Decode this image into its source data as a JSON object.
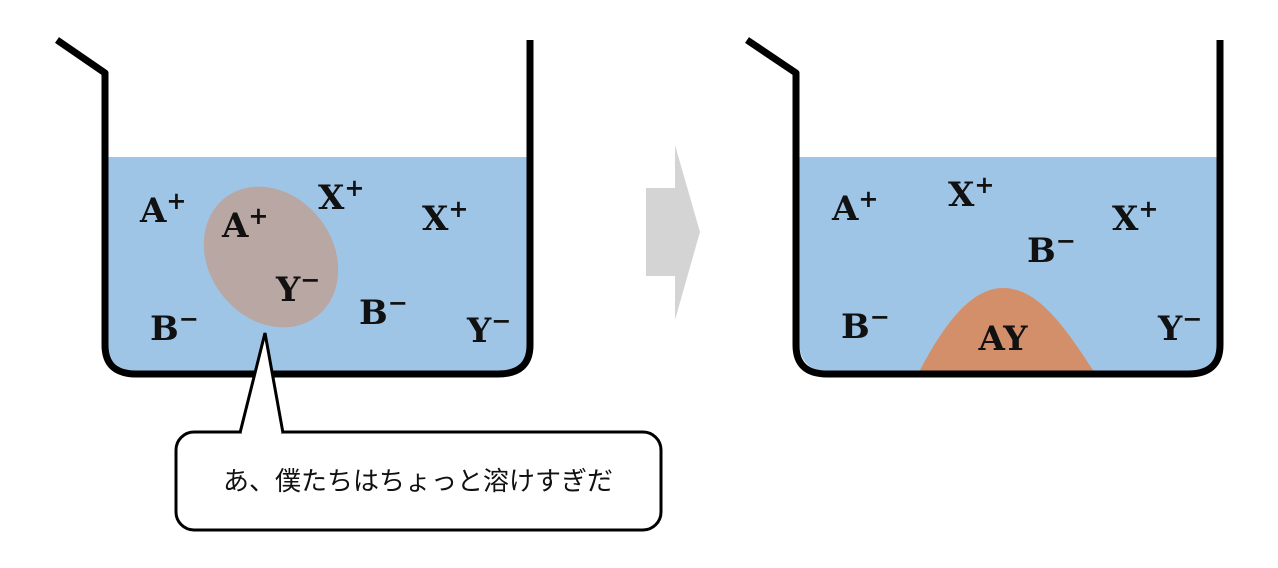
{
  "colors": {
    "water": "#9fc5e6",
    "pair_ellipse": "#b8a7a2",
    "precipitate": "#d38f6a",
    "arrow": "#d4d4d4",
    "outline": "#000000"
  },
  "left_beaker": {
    "ions": [
      {
        "base": "A",
        "charge": "+"
      },
      {
        "base": "X",
        "charge": "+"
      },
      {
        "base": "X",
        "charge": "+"
      },
      {
        "base": "B",
        "charge": "−"
      },
      {
        "base": "B",
        "charge": "−"
      },
      {
        "base": "Y",
        "charge": "−"
      }
    ],
    "pair": [
      {
        "base": "A",
        "charge": "+"
      },
      {
        "base": "Y",
        "charge": "−"
      }
    ]
  },
  "speech_bubble": {
    "text": "あ、僕たちはちょっと溶けすぎだ"
  },
  "right_beaker": {
    "ions": [
      {
        "base": "A",
        "charge": "+"
      },
      {
        "base": "X",
        "charge": "+"
      },
      {
        "base": "X",
        "charge": "+"
      },
      {
        "base": "B",
        "charge": "−"
      },
      {
        "base": "B",
        "charge": "−"
      },
      {
        "base": "Y",
        "charge": "−"
      }
    ],
    "precipitate_label": "AY"
  },
  "arrow_icon": "right-arrow-icon"
}
